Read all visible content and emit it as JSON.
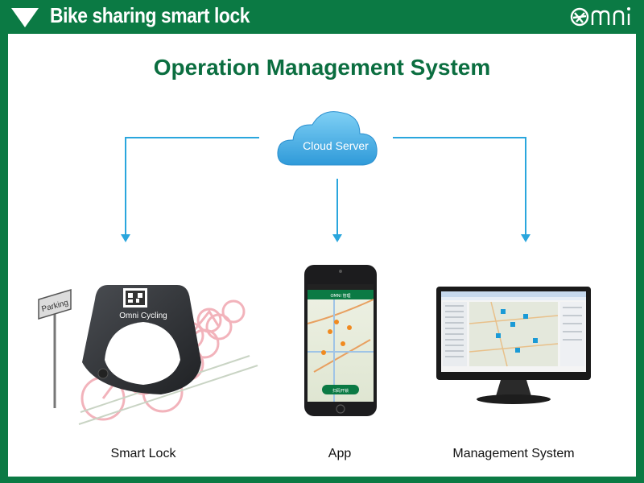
{
  "header": {
    "title": "Bike sharing smart lock",
    "logo_text": "omni"
  },
  "diagram": {
    "title": "Operation Management System",
    "cloud_label": "Cloud Server",
    "nodes": [
      {
        "id": "lock",
        "label": "Smart Lock"
      },
      {
        "id": "app",
        "label": "App"
      },
      {
        "id": "mgmt",
        "label": "Management System"
      }
    ],
    "lock_text": "Omni Cycling",
    "sign_text": "Parking",
    "phone_header": "OMNI 管理",
    "phone_button": "扫码开锁"
  },
  "colors": {
    "brand_green": "#0b7a44",
    "title_green": "#0b6e40",
    "arrow_blue": "#2aa6dd",
    "cloud_blue": "#4ab0e6"
  }
}
